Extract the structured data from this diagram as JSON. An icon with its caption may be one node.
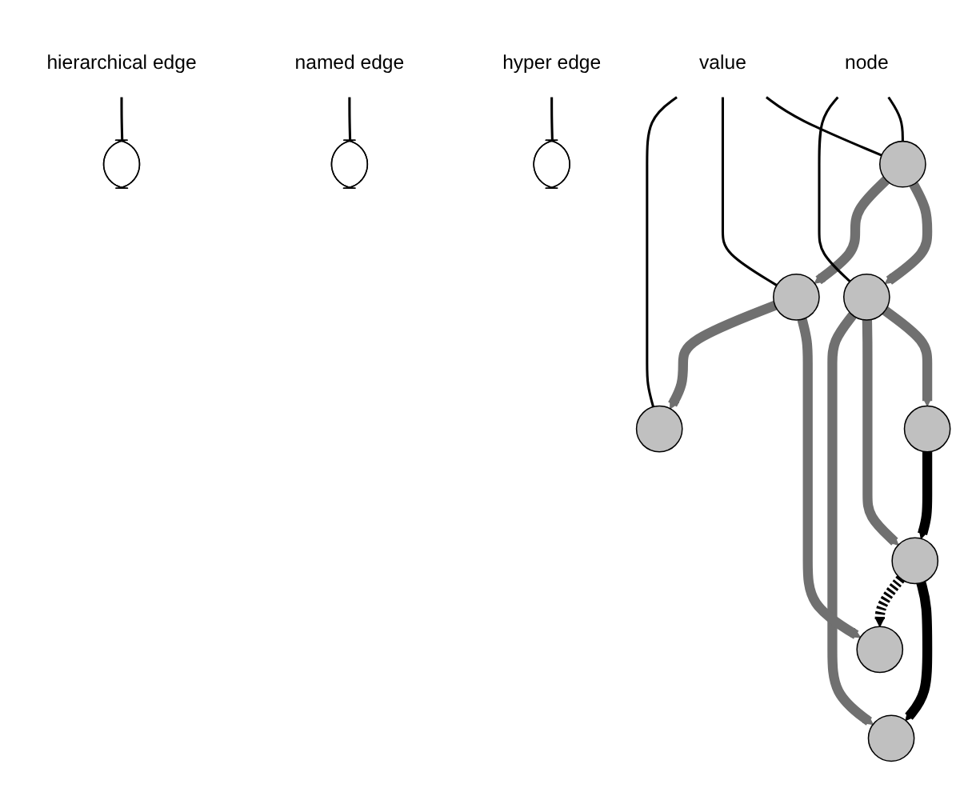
{
  "diagram": {
    "nodes": [
      {
        "text": [
          "node"
        ]
      },
      {
        "text": [
          "value"
        ]
      },
      {
        "text": [],
        "shape": "circle"
      },
      {
        "text": [
          "hierarchical edge"
        ]
      },
      {
        "text": [],
        "shape": "circle"
      },
      {
        "text": [],
        "shape": "circle"
      },
      {
        "text": [],
        "shape": "ellipse"
      },
      {
        "text": [],
        "shape": "circle"
      },
      {
        "text": [],
        "shape": "circle"
      },
      {
        "text": [],
        "shape": "circle"
      },
      {
        "text": [],
        "shape": "circle"
      },
      {
        "text": [],
        "shape": "ellipse"
      },
      {
        "text": [
          "named edge"
        ]
      },
      {
        "text": [],
        "shape": "circle"
      },
      {
        "text": [],
        "shape": "ellipse"
      },
      {
        "text": [
          "hyper edge"
        ]
      }
    ],
    "edges": [
      {
        "from": 2,
        "to": 4,
        "arrow": "to",
        "color": "#707070"
      },
      {
        "from": 2,
        "to": 5,
        "arrow": "to",
        "color": "#707070"
      },
      {
        "from": 4,
        "to": 7,
        "arrow": "to",
        "color": "#707070"
      },
      {
        "from": 4,
        "to": 13,
        "arrow": "to",
        "color": "#707070"
      },
      {
        "from": 4,
        "to": 8,
        "arrow": "to",
        "color": "#707070"
      },
      {
        "from": 5,
        "to": 9,
        "arrow": "to",
        "color": "#707070"
      },
      {
        "from": 5,
        "to": 10,
        "arrow": "to",
        "color": "#707070"
      },
      {
        "from": 7,
        "to": 13,
        "arrow": "to",
        "color": "#000000"
      },
      {
        "from": 13,
        "to": 8,
        "arrow": "to",
        "color": "#000000"
      },
      {
        "from": 13,
        "to": 9,
        "arrow": "to",
        "style": "dashed",
        "color": "#000000"
      },
      {
        "from": 0,
        "to": 2,
        "arrow": "none"
      },
      {
        "from": 0,
        "to": 4,
        "arrow": "none"
      },
      {
        "from": 1,
        "to": 2,
        "arrow": "none"
      },
      {
        "from": 1,
        "to": 5,
        "arrow": "none"
      },
      {
        "from": 1,
        "to": 10,
        "arrow": "none"
      },
      {
        "from": 3,
        "to": 6,
        "arrow": "none"
      },
      {
        "from": 12,
        "to": 11,
        "arrow": "none"
      },
      {
        "from": 15,
        "to": 14,
        "arrow": "none"
      }
    ]
  }
}
